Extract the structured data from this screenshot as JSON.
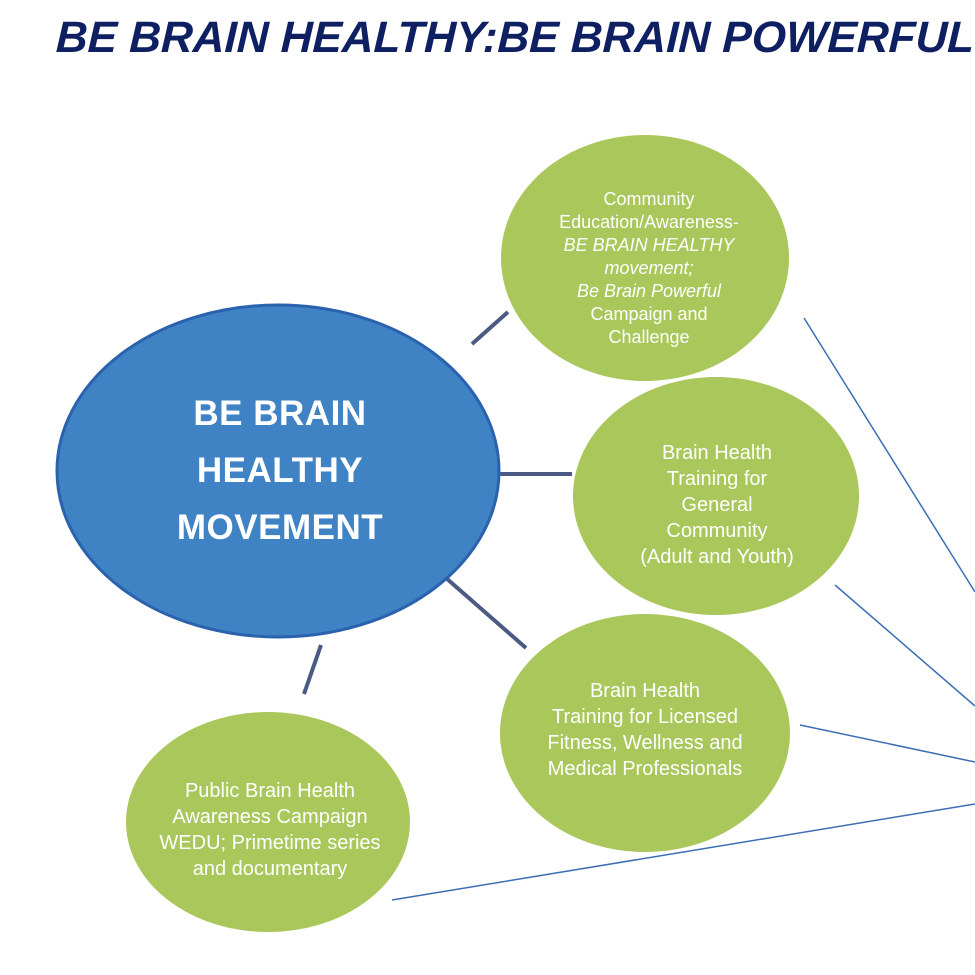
{
  "title": "BE BRAIN HEALTHY:BE BRAIN POWERFUL",
  "colors": {
    "title": "#0f2062",
    "main_fill": "#3f83c4",
    "main_stroke": "#2a62ad",
    "bubble_fill": "#a9c75b",
    "connector": "#4a5a83",
    "arrow_line": "#3b6eb5",
    "label_text": "#ffffff"
  },
  "main_node": {
    "lines": [
      "BE BRAIN",
      "HEALTHY",
      "MOVEMENT"
    ]
  },
  "nodes": {
    "community": {
      "lines": [
        {
          "text": "Community",
          "italic": false
        },
        {
          "text": "Education/Awareness-",
          "italic": false
        },
        {
          "text": "BE BRAIN HEALTHY",
          "italic": true
        },
        {
          "text": "movement;",
          "italic": true
        },
        {
          "text": "Be Brain Powerful",
          "italic": true
        },
        {
          "text": "Campaign and",
          "italic": false
        },
        {
          "text": "Challenge",
          "italic": false
        }
      ]
    },
    "general": {
      "lines": [
        "Brain Health",
        "Training for",
        "General",
        "Community",
        "(Adult and Youth)"
      ]
    },
    "licensed": {
      "lines": [
        "Brain  Health",
        "Training for Licensed",
        "Fitness, Wellness and",
        "Medical Professionals"
      ]
    },
    "public": {
      "lines": [
        "Public Brain Health",
        "Awareness Campaign",
        "WEDU; Primetime series",
        "and documentary"
      ]
    }
  }
}
